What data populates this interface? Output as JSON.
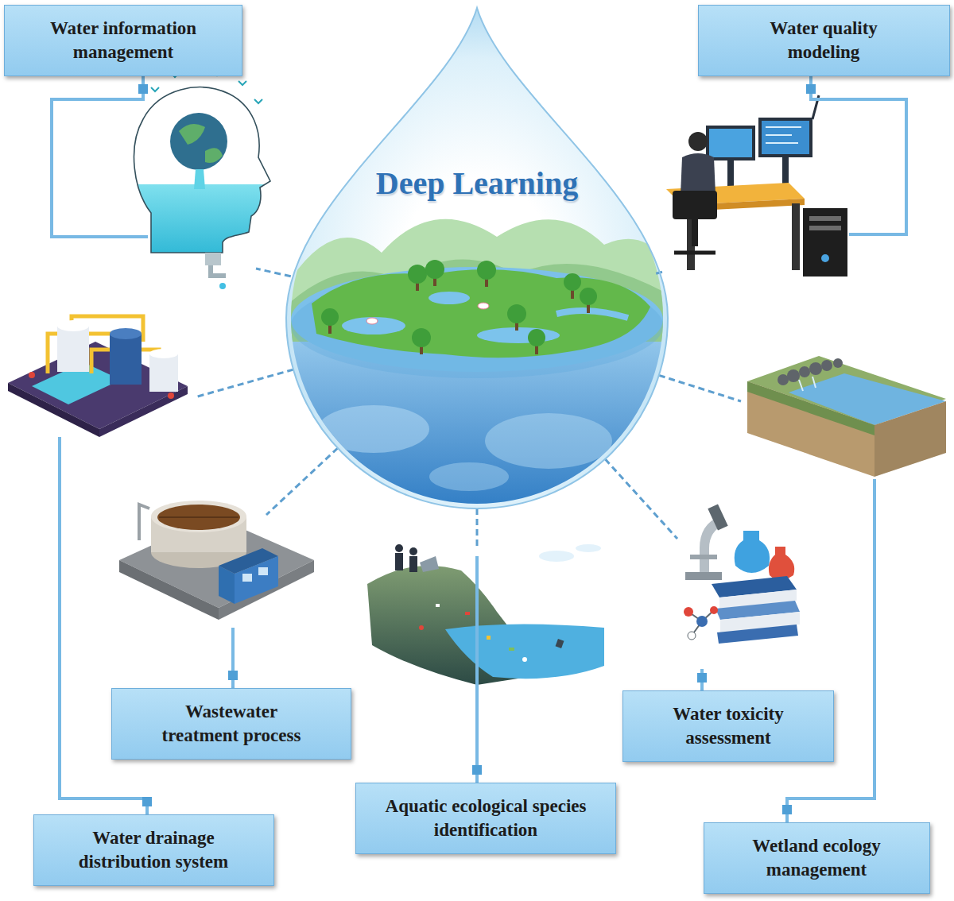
{
  "diagram": {
    "nodes": [
      {
        "text": [
          "Water information management"
        ]
      },
      {
        "text": [
          "Water quality modeling"
        ]
      },
      {
        "text": [
          "Deep Learning"
        ]
      },
      {
        "text": [
          "Wastewater treatment process"
        ]
      },
      {
        "text": [
          "Water toxicity assessment"
        ]
      },
      {
        "text": [
          "Aquatic ecological species identification"
        ]
      },
      {
        "text": [
          "Water drainage distribution system"
        ]
      },
      {
        "text": [
          "Wetland ecology management"
        ]
      }
    ],
    "edges": [
      {
        "from": 2,
        "to": 0,
        "arrow": "none"
      },
      {
        "from": 2,
        "to": 1,
        "arrow": "none"
      },
      {
        "from": 2,
        "to": 7,
        "arrow": "none"
      },
      {
        "from": 2,
        "to": 4,
        "arrow": "none"
      },
      {
        "from": 2,
        "to": 5,
        "arrow": "none"
      },
      {
        "from": 2,
        "to": 3,
        "arrow": "none"
      },
      {
        "from": 2,
        "to": 6,
        "arrow": "none"
      }
    ]
  }
}
